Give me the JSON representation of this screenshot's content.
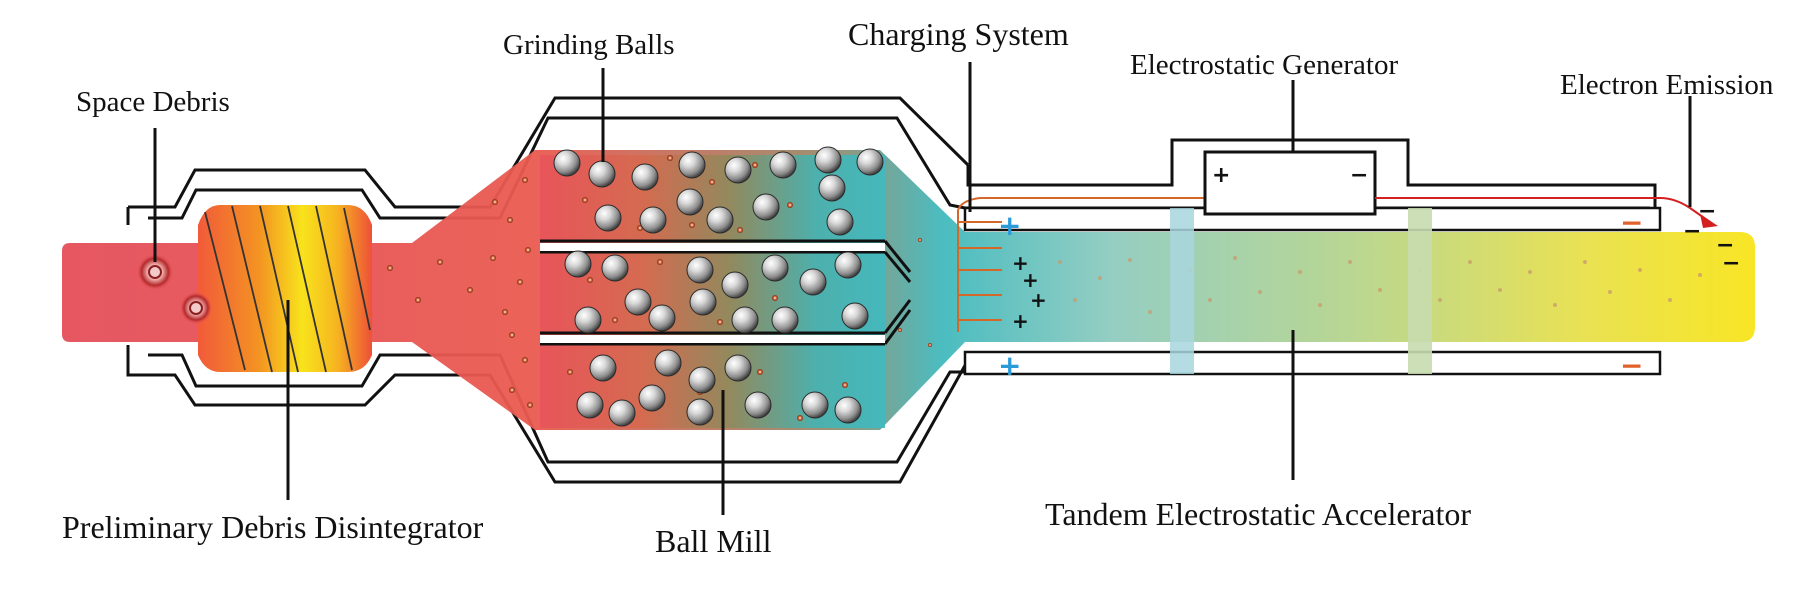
{
  "labels": {
    "space_debris": "Space Debris",
    "grinding_balls": "Grinding Balls",
    "charging_system": "Charging System",
    "electrostatic_generator": "Electrostatic Generator",
    "electron_emission": "Electron Emission",
    "preliminary_debris_disintegrator": "Preliminary Debris Disintegrator",
    "ball_mill": "Ball Mill",
    "tandem_electrostatic_accelerator": "Tandem Electrostatic Accelerator"
  },
  "signs": {
    "plus": "+",
    "minus": "−"
  },
  "colors": {
    "stream_red": "#e8505a",
    "coil_orange": "#f08a1c",
    "coil_yellow": "#f7e21a",
    "mill_teal": "#40b8bc",
    "accelerator_green": "#b7d48e",
    "exit_yellow": "#f5e31a",
    "plate_positive": "#2a9bd8",
    "plate_negative": "#e0622b",
    "emission_arrow": "#d42020",
    "wire": "#d4682a",
    "outline": "#111111"
  }
}
